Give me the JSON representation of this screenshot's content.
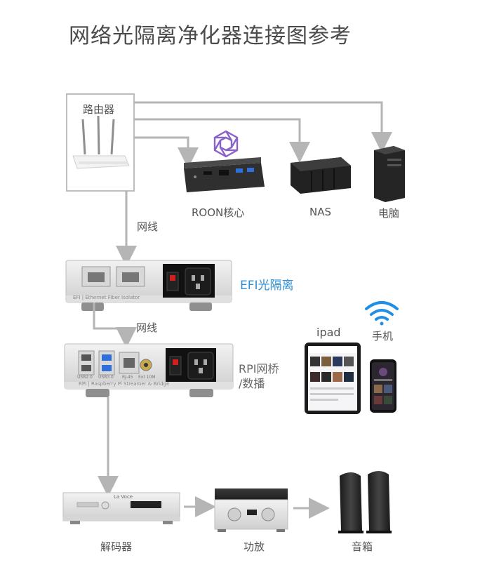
{
  "title": "网络光隔离净化器连接图参考",
  "labels": {
    "router": "路由器",
    "roon": "ROON核心",
    "nas": "NAS",
    "pc": "电脑",
    "cable1": "网线",
    "cable2": "网线",
    "efi": "EFI光隔离",
    "rpi_line1": "RPI网桥",
    "rpi_line2": "/数播",
    "ipad": "ipad",
    "phone": "手机",
    "decoder": "解码器",
    "amp": "功放",
    "speakers": "音箱"
  },
  "device_text": {
    "efi_strip": "EFI | Ethernet Fiber Isolator",
    "rpi_strip": "RPI | Raspberry Pi Streamer & Bridge",
    "usb2": "USB2.0",
    "usb3": "USB3.0",
    "rj45": "RJ-45",
    "ext": "Ext 10M",
    "decoder_brand": "La Voce"
  },
  "colors": {
    "arrow": "#b5b5b5",
    "accent_blue": "#2f8fd6",
    "roon_purple": "#8a63c9",
    "wifi_blue": "#1e8fe8"
  }
}
